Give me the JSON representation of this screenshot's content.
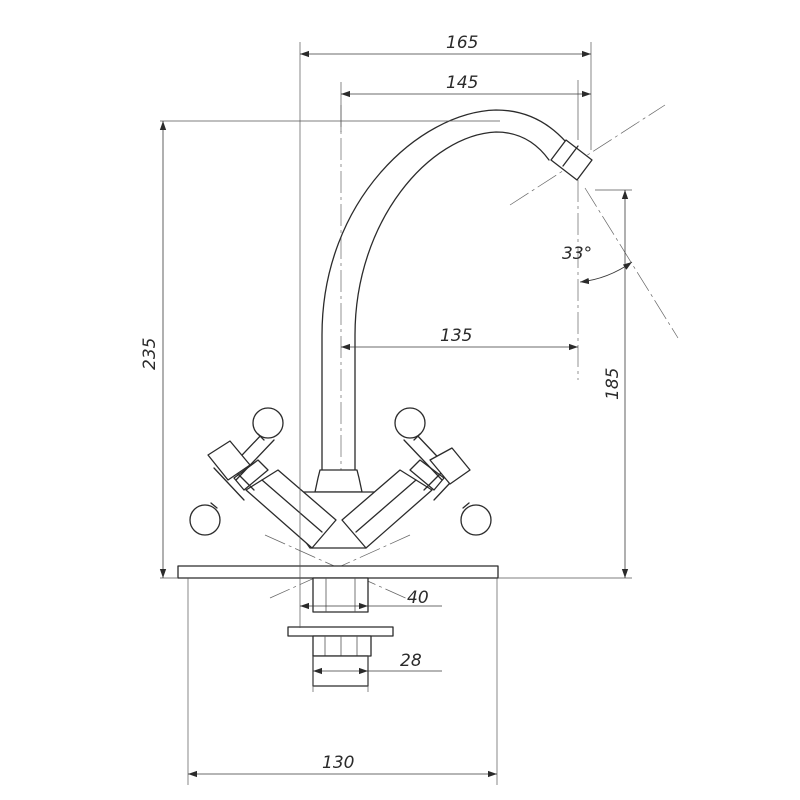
{
  "dimensions": {
    "overall_reach": "165",
    "spout_reach_top": "145",
    "spout_reach_mid": "135",
    "overall_height": "235",
    "outlet_height": "185",
    "spray_angle": "33°",
    "shank_diameter": "40",
    "nut_diameter": "28",
    "base_width": "130"
  },
  "colors": {
    "line": "#2b2b2b",
    "background": "#ffffff"
  }
}
